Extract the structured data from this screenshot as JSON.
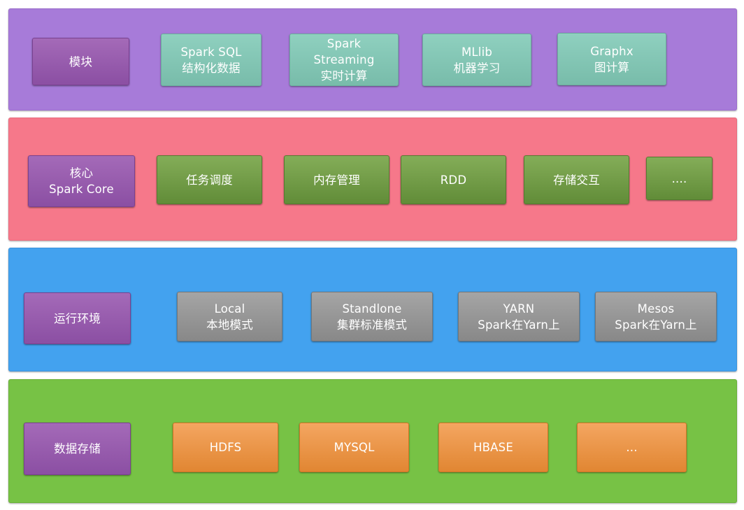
{
  "layers": {
    "modules": {
      "label": "模块",
      "items": [
        {
          "line1": "Spark SQL",
          "line2": "结构化数据",
          "line3": ""
        },
        {
          "line1": "Spark",
          "line2": "Streaming",
          "line3": "实时计算"
        },
        {
          "line1": "MLlib",
          "line2": "机器学习",
          "line3": ""
        },
        {
          "line1": "Graphx",
          "line2": "图计算",
          "line3": ""
        }
      ]
    },
    "core": {
      "label_line1": "核心",
      "label_line2": "Spark Core",
      "items": [
        "任务调度",
        "内存管理",
        "RDD",
        "存储交互",
        "...."
      ]
    },
    "runtime": {
      "label": "运行环境",
      "items": [
        {
          "line1": "Local",
          "line2": "本地模式"
        },
        {
          "line1": "Standlone",
          "line2": "集群标准模式"
        },
        {
          "line1": "YARN",
          "line2": "Spark在Yarn上"
        },
        {
          "line1": "Mesos",
          "line2": "Spark在Yarn上"
        }
      ]
    },
    "storage": {
      "label": "数据存储",
      "items": [
        "HDFS",
        "MYSQL",
        "HBASE",
        "..."
      ]
    }
  },
  "colors": {
    "modules_bg": "#a77bd9",
    "core_bg": "#f6788a",
    "runtime_bg": "#43a2ef",
    "storage_bg": "#77c245",
    "label_box": "#9a5db0",
    "module_box": "#85c7b6",
    "core_box": "#739d4a",
    "runtime_box": "#969696",
    "storage_box": "#ec9648"
  }
}
